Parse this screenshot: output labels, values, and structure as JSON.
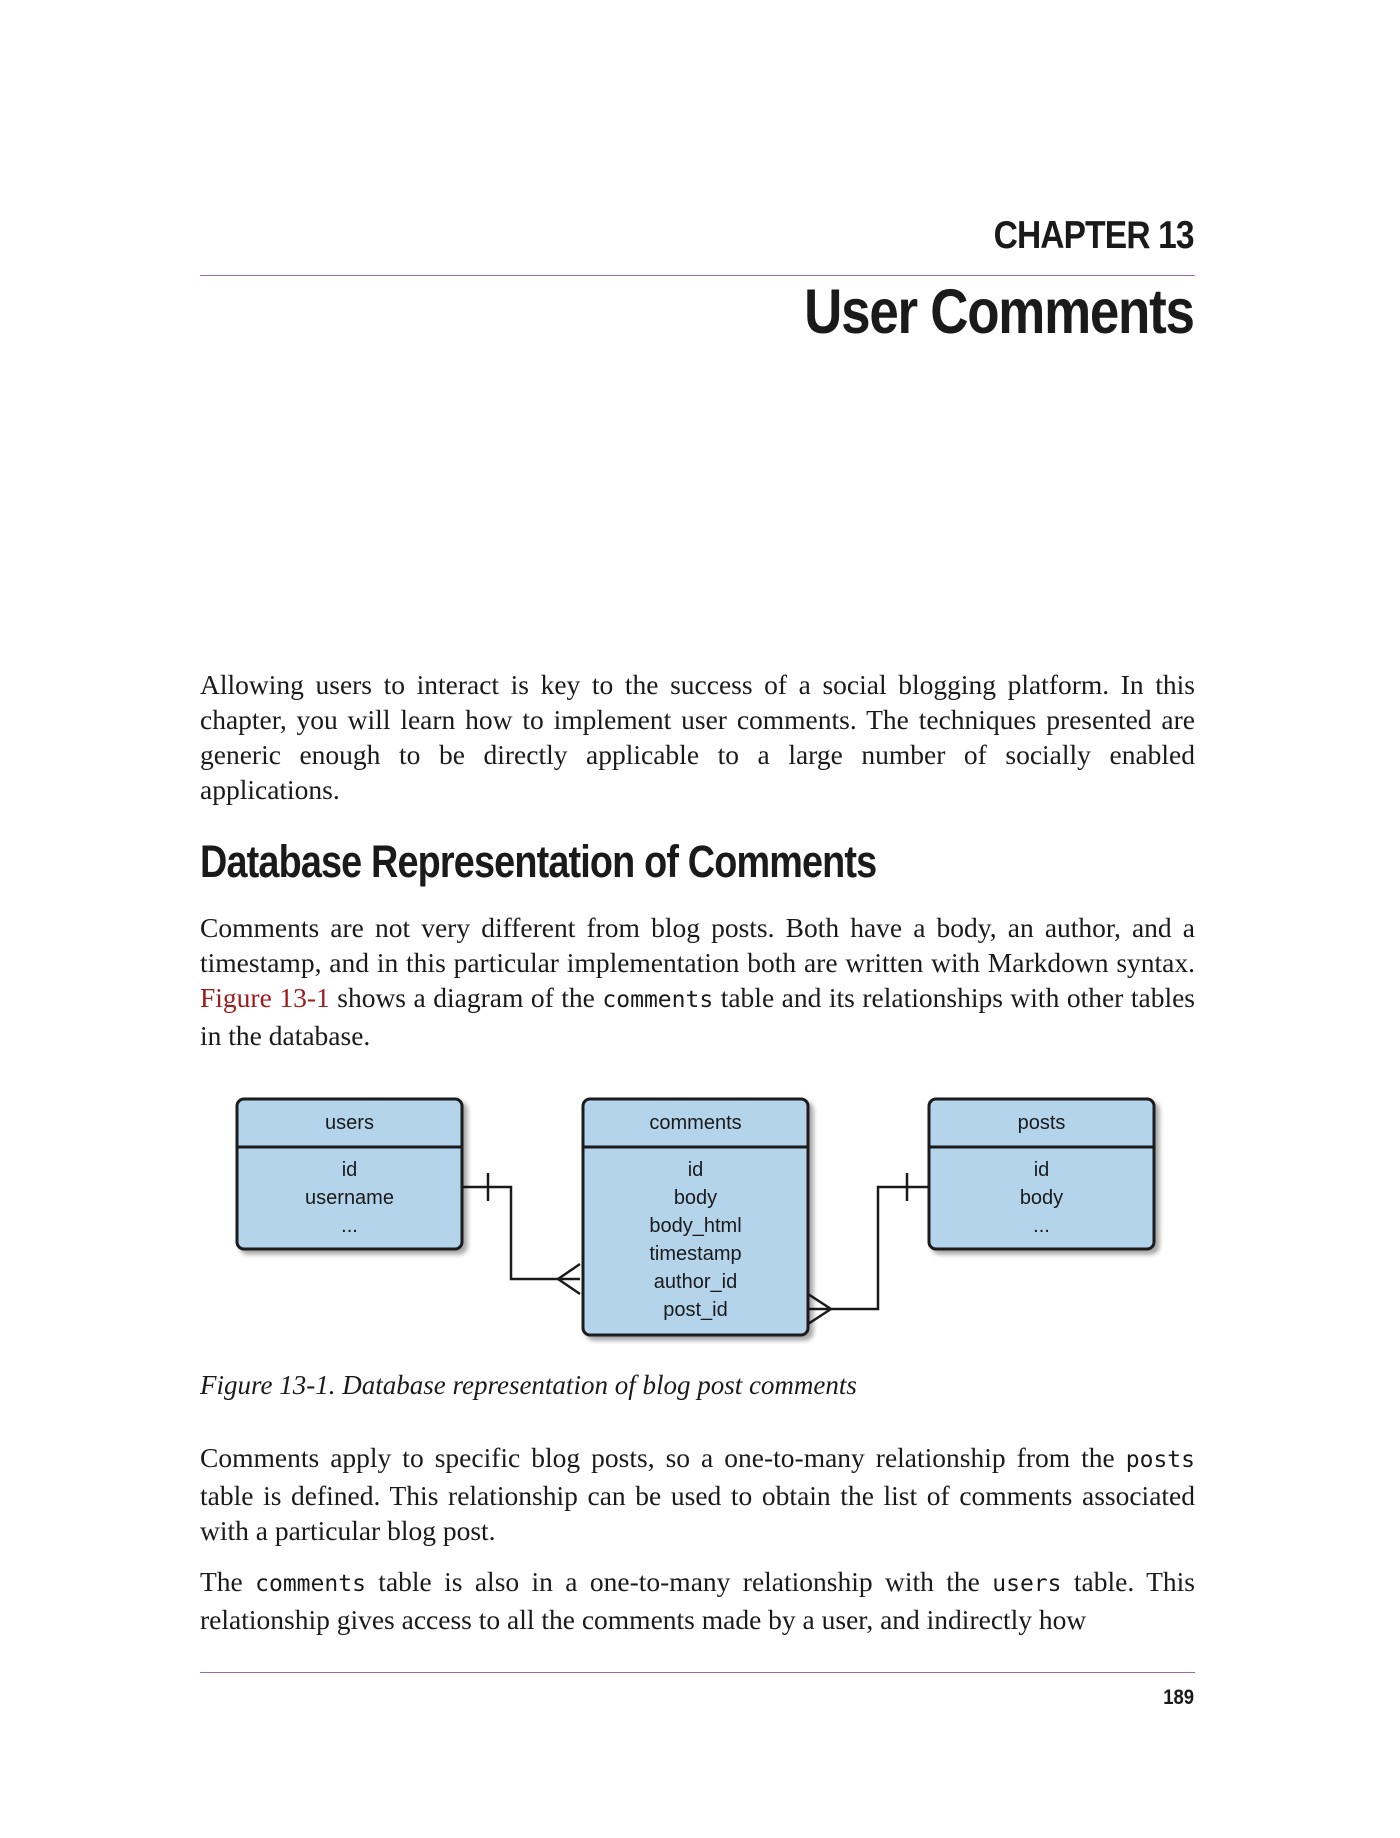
{
  "header": {
    "chapter_label": "CHAPTER 13",
    "chapter_title": "User Comments"
  },
  "intro": {
    "text": "Allowing users to interact is key to the success of a social blogging platform. In this chapter, you will learn how to implement user comments. The techniques presented are generic enough to be directly applicable to a large number of socially enabled applications."
  },
  "section": {
    "heading": "Database Representation of Comments",
    "para1": {
      "part1": "Comments are not very different from blog posts. Both have a body, an author, and a timestamp, and in this particular implementation both are written with Markdown syntax. ",
      "xref": "Figure 13-1",
      "part2": " shows a diagram of the ",
      "code1": "comments",
      "part3": " table and its relationships with other tables in the database."
    },
    "para2": {
      "part1": "Comments apply to specific blog posts, so a one-to-many relationship from the ",
      "code1": "posts",
      "part2": " table is defined. This relationship can be used to obtain the list of comments associ­ated with a particular blog post."
    },
    "para3": {
      "part1": "The ",
      "code1": "comments",
      "part2": " table is also in a one-to-many relationship with the ",
      "code2": "users",
      "part3": " table. This relationship gives access to all the comments made by a user, and indirectly how"
    }
  },
  "diagram": {
    "box_fill": "#b3d4ea",
    "box_stroke": "#1a1a1a",
    "tables": [
      {
        "name": "users",
        "fields": [
          "id",
          "username",
          "..."
        ]
      },
      {
        "name": "comments",
        "fields": [
          "id",
          "body",
          "body_html",
          "timestamp",
          "author_id",
          "post_id"
        ]
      },
      {
        "name": "posts",
        "fields": [
          "id",
          "body",
          "..."
        ]
      }
    ]
  },
  "figure_caption": "Figure 13-1. Database representation of blog post comments",
  "page_number": "189",
  "colors": {
    "rule": "#9b6aa8",
    "xref": "#a01c1c"
  }
}
